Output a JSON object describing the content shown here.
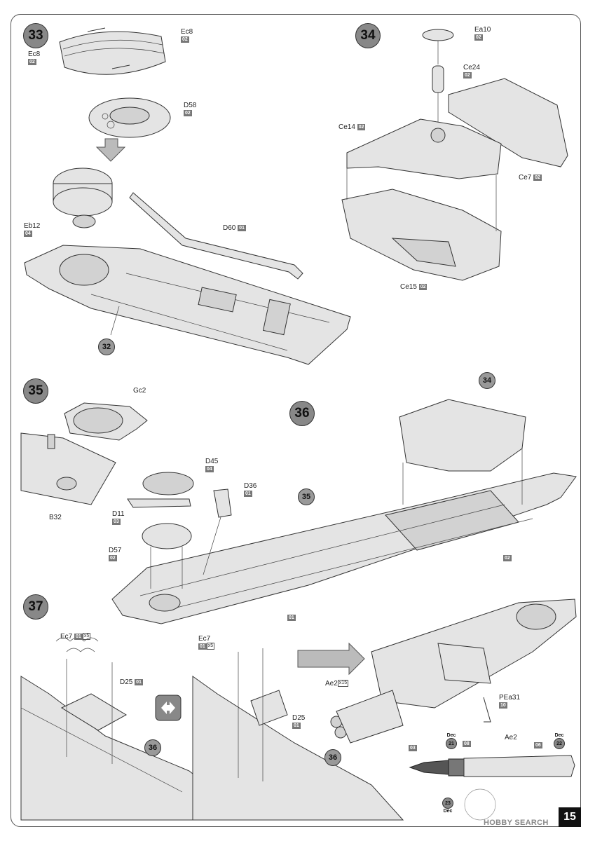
{
  "page_number": "15",
  "watermark": "HOBBY SEARCH",
  "steps": {
    "s33": "33",
    "s34": "34",
    "s35": "35",
    "s36": "36",
    "s37": "37"
  },
  "refs": {
    "r32": "32",
    "r34": "34",
    "r35": "35",
    "r36a": "36",
    "r36b": "36"
  },
  "labels": {
    "ec8_top": {
      "name": "Ec8",
      "sprue": "02"
    },
    "ec8_left": {
      "name": "Ec8",
      "sprue": "02"
    },
    "d58": {
      "name": "D58",
      "sprue": "02"
    },
    "eb12": {
      "name": "Eb12",
      "sprue": "04"
    },
    "d60": {
      "name": "D60",
      "sprue": "01"
    },
    "ea10": {
      "name": "Ea10",
      "sprue": "02"
    },
    "ce24": {
      "name": "Ce24",
      "sprue": "02"
    },
    "ce14": {
      "name": "Ce14",
      "sprue": "02"
    },
    "ce7": {
      "name": "Ce7",
      "sprue": "02"
    },
    "ce15": {
      "name": "Ce15",
      "sprue": "02"
    },
    "gc2": {
      "name": "Gc2"
    },
    "b32": {
      "name": "B32"
    },
    "d45": {
      "name": "D45",
      "sprue": "04"
    },
    "d36": {
      "name": "D36",
      "sprue": "01"
    },
    "d11": {
      "name": "D11",
      "sprue": "03"
    },
    "d57": {
      "name": "D57",
      "sprue": "02"
    },
    "hull02": {
      "sprue": "02"
    },
    "hull01": {
      "sprue": "01"
    },
    "ec7_a": {
      "name": "Ec7",
      "sprue": "01",
      "qty": "x5"
    },
    "d25_a": {
      "name": "D25",
      "sprue": "01"
    },
    "ec7_b": {
      "name": "Ec7",
      "sprue": "01",
      "qty": "x5"
    },
    "d25_b": {
      "name": "D25",
      "sprue": "01"
    },
    "ae2_qty": {
      "name": "Ae2",
      "qty": "x15"
    },
    "pea31": {
      "name": "PEa31",
      "sprue": "10"
    },
    "ae2_detail": {
      "name": "Ae2",
      "sprue": "06"
    },
    "dec_03": {
      "sprue": "03"
    },
    "dec_08": {
      "sprue": "08"
    }
  },
  "decals": {
    "d21": {
      "word": "Dec",
      "num": "21"
    },
    "d22": {
      "word": "Dec",
      "num": "22"
    },
    "d23": {
      "word": "Dec",
      "num": "23"
    }
  }
}
